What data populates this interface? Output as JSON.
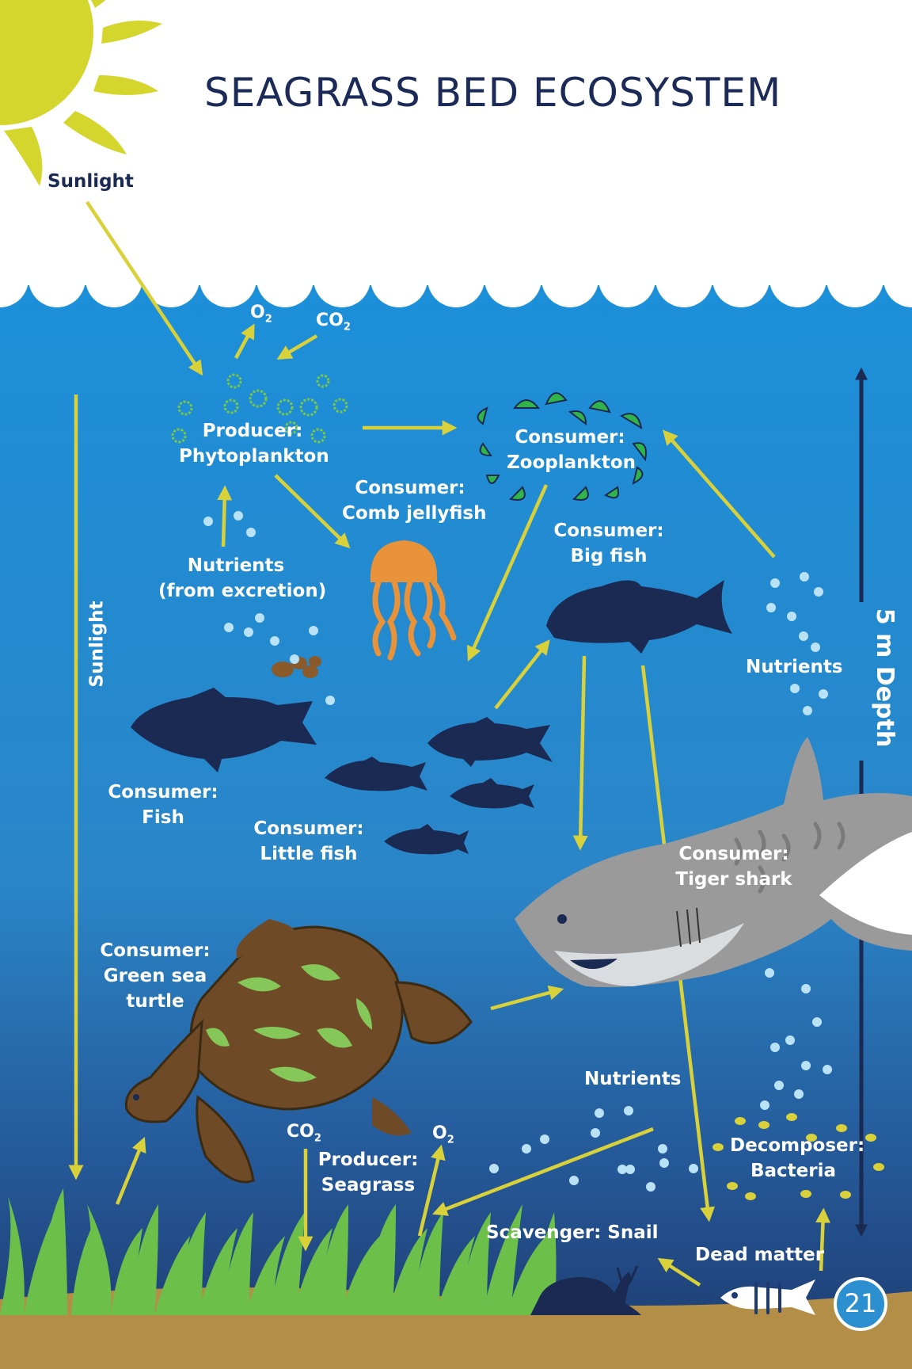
{
  "title": "SEAGRASS BED ECOSYSTEM",
  "page_number": "21",
  "colors": {
    "water_top": "#1c8fd9",
    "water_bottom": "#1e3a6e",
    "arrow": "#d9d13a",
    "fish_dark": "#1b2a52",
    "seafloor": "#b38e47",
    "seagrass": "#6cc04a",
    "sun": "#d4d62e"
  },
  "labels": {
    "sunlight_top": "Sunlight",
    "sunlight_vertical": "Sunlight",
    "o2_top": "O",
    "co2_top": "CO",
    "producer_phyto": [
      "Producer:",
      "Phytoplankton"
    ],
    "consumer_zoo": [
      "Consumer:",
      "Zooplankton"
    ],
    "consumer_jelly": [
      "Consumer:",
      "Comb jellyfish"
    ],
    "consumer_bigfish": [
      "Consumer:",
      "Big fish"
    ],
    "nutrients_excretion": [
      "Nutrients",
      "(from excretion)"
    ],
    "nutrients_right": "Nutrients",
    "depth": "5 m Depth",
    "consumer_fish": [
      "Consumer:",
      "Fish"
    ],
    "consumer_littlefish": [
      "Consumer:",
      "Little fish"
    ],
    "consumer_shark": [
      "Consumer:",
      "Tiger shark"
    ],
    "consumer_turtle": [
      "Consumer:",
      "Green sea",
      "turtle"
    ],
    "co2_bottom": "CO",
    "o2_bottom": "O",
    "producer_seagrass": [
      "Producer:",
      "Seagrass"
    ],
    "nutrients_bottom": "Nutrients",
    "decomposer": [
      "Decomposer:",
      "Bacteria"
    ],
    "scavenger": "Scavenger: Snail",
    "dead_matter": "Dead matter",
    "subscript_2": "2"
  },
  "icons": [
    "sun-icon",
    "phytoplankton-icon",
    "zooplankton-icon",
    "jellyfish-icon",
    "big-fish-icon",
    "fish-icon",
    "little-fish-icon",
    "tiger-shark-icon",
    "sea-turtle-icon",
    "seagrass-icon",
    "snail-icon",
    "fish-skeleton-icon",
    "bacteria-icon",
    "nutrient-bubble-icon"
  ]
}
